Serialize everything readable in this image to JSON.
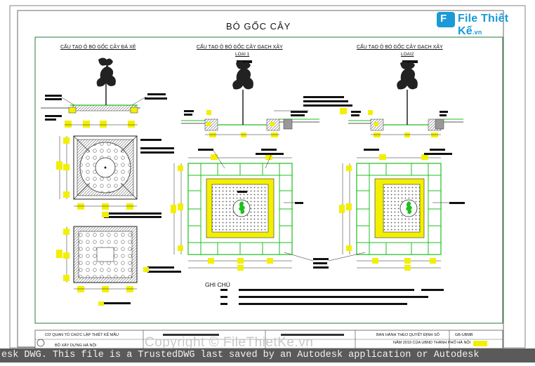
{
  "drawing": {
    "title": "BÓ GỐC CÂY",
    "section_1": {
      "title": "CẤU TẠO Ô BÓ GỐC CÂY ĐÁ XẺ"
    },
    "section_2": {
      "title": "CẤU TẠO Ô BÓ GỐC CÂY GẠCH XÂY",
      "variant": "LOẠI 1"
    },
    "section_3": {
      "title": "CẤU TẠO Ô BÓ GỐC CÂY GẠCH XÂY",
      "variant": "LOẠI2"
    },
    "notes_heading": "GHI CHÚ"
  },
  "title_block": {
    "agency_label": "CƠ QUAN TỔ CHỨC LẬP THIẾT KẾ MẪU",
    "ministry": "BỘ XÂY DỰNG HÀ NỘI",
    "issued_by": "BAN HÀNH THEO QUYẾT ĐỊNH SỐ",
    "decision": "NĂM 2019 CỦA UBND THÀNH PHỐ HÀ NỘI",
    "code": "GB-UBMB"
  },
  "logo": {
    "mark": "F",
    "name": "File Thiết Kế",
    "suffix": ".vn"
  },
  "watermark": "Copyright © FileThietKe.vn",
  "status_message": "esk DWG.  This file is a TrustedDWG last saved by an Autodesk application or Autodesk",
  "colors": {
    "frame": "#444444",
    "green": "#1fbf1f",
    "yellow": "#f2f000",
    "dot_fill": "#cccccc",
    "status_bar": "#5a5a5a",
    "logo_blue": "#1a9ad6"
  }
}
